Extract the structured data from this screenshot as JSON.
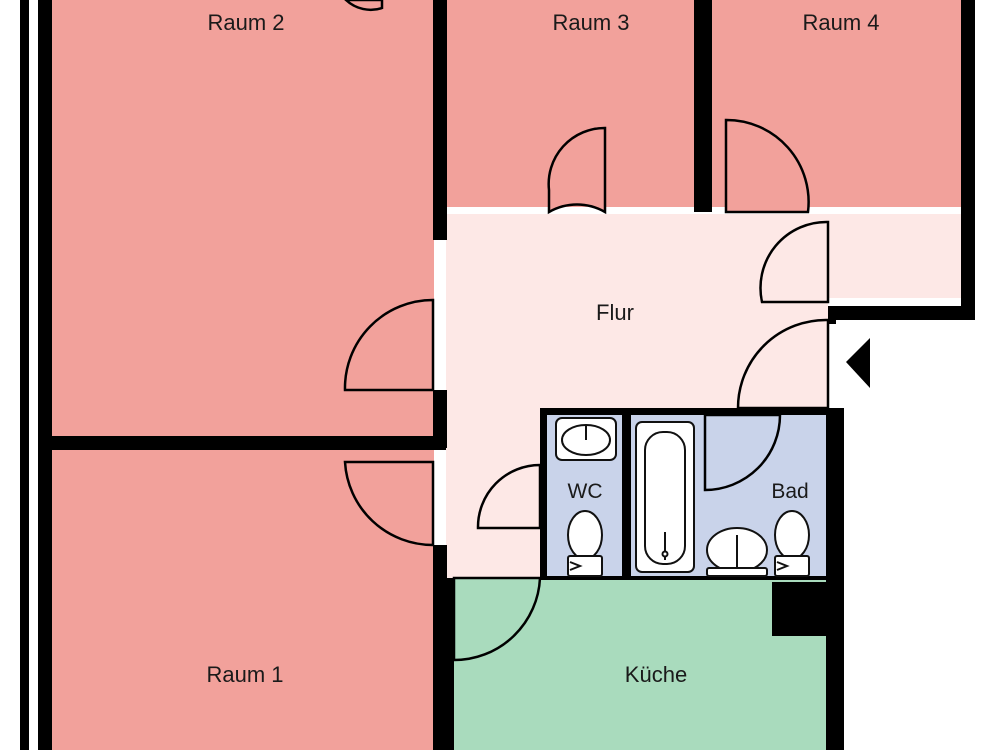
{
  "plan": {
    "rooms": {
      "raum1": {
        "label": "Raum 1",
        "fill": "#f2a19b"
      },
      "raum2": {
        "label": "Raum 2",
        "fill": "#f2a19b"
      },
      "raum3": {
        "label": "Raum 3",
        "fill": "#f2a19b"
      },
      "raum4": {
        "label": "Raum 4",
        "fill": "#f2a19b"
      },
      "flur": {
        "label": "Flur",
        "fill": "#fde8e6"
      },
      "wc": {
        "label": "WC",
        "fill": "#c9d3ea"
      },
      "bad": {
        "label": "Bad",
        "fill": "#c9d3ea"
      },
      "kueche": {
        "label": "Küche",
        "fill": "#a9dbbd"
      }
    },
    "colors": {
      "wall": "#000000",
      "fixture": "#111111"
    }
  }
}
